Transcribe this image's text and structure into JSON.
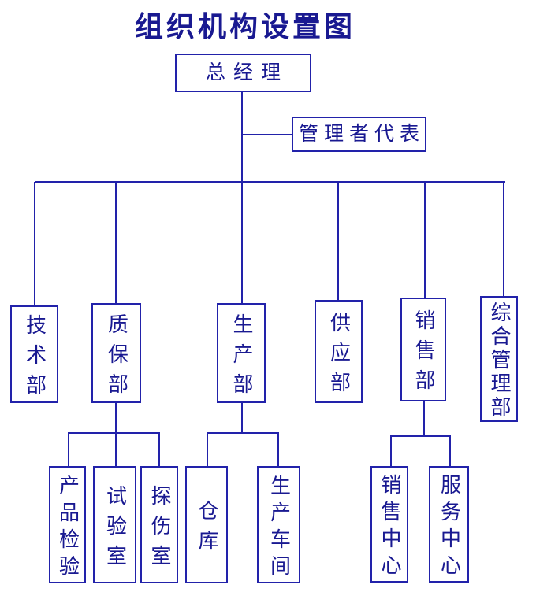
{
  "title": "组织机构设置图",
  "colors": {
    "line": "#2222aa",
    "text": "#191991",
    "title": "#191991",
    "background": "#ffffff"
  },
  "org": {
    "root": {
      "id": "general-manager",
      "label": "总经理",
      "assistant": {
        "id": "management-representative",
        "label": "管理者代表"
      },
      "children": [
        {
          "id": "technology-dept",
          "label": "技术部",
          "children": []
        },
        {
          "id": "quality-assurance-dept",
          "label": "质保部",
          "children": [
            {
              "id": "product-inspection",
              "label": "产品检验"
            },
            {
              "id": "test-lab",
              "label": "试验室"
            },
            {
              "id": "flaw-detection-room",
              "label": "探伤室"
            }
          ]
        },
        {
          "id": "production-dept",
          "label": "生产部",
          "children": [
            {
              "id": "warehouse",
              "label": "仓库"
            },
            {
              "id": "production-workshop",
              "label": "生产车间"
            }
          ]
        },
        {
          "id": "supply-dept",
          "label": "供应部",
          "children": []
        },
        {
          "id": "sales-dept",
          "label": "销售部",
          "children": [
            {
              "id": "sales-center",
              "label": "销售中心"
            },
            {
              "id": "service-center",
              "label": "服务中心"
            }
          ]
        },
        {
          "id": "general-management-dept",
          "label": "综合管理部",
          "children": []
        }
      ]
    }
  }
}
